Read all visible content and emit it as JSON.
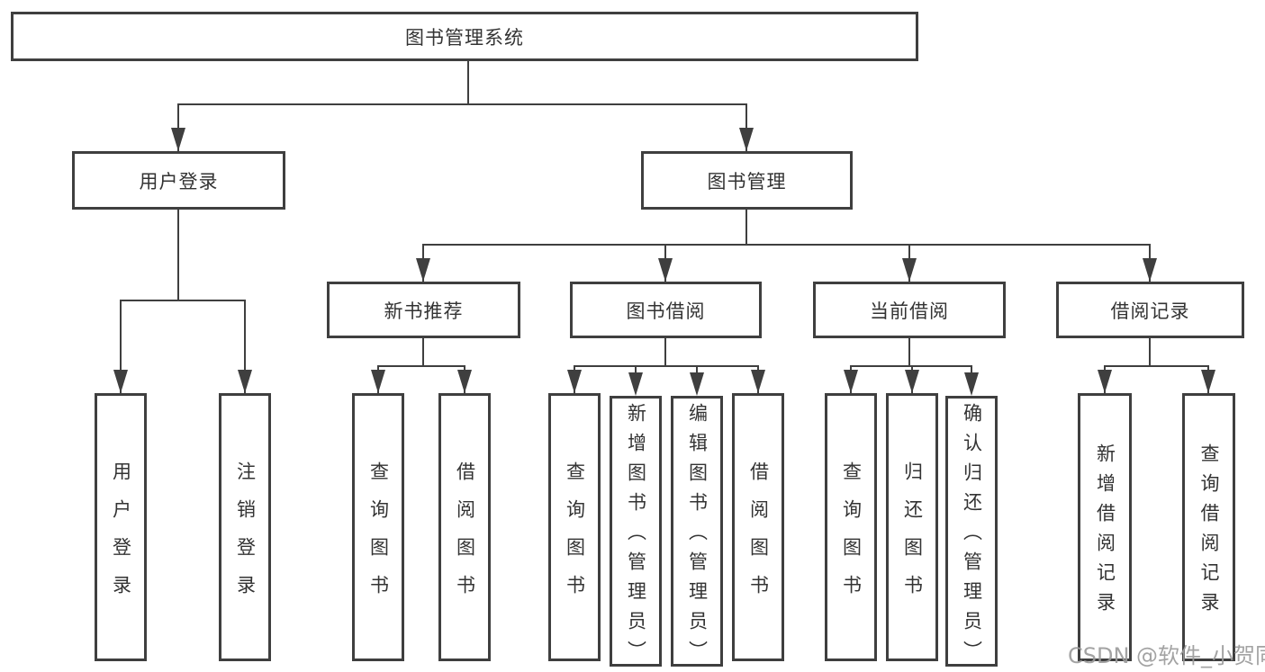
{
  "diagram": {
    "type": "hierarchy",
    "title": "图书管理系统",
    "nodes": {
      "root": "图书管理系统",
      "user_login": "用户登录",
      "book_mgmt": "图书管理",
      "new_book": "新书推荐",
      "book_borrow": "图书借阅",
      "current_borrow": "当前借阅",
      "borrow_record": "借阅记录",
      "ul_user_login": "用户登录",
      "ul_logout": "注销登录",
      "nb_query_book": "查询图书",
      "nb_borrow_book": "借阅图书",
      "bb_query_book": "查询图书",
      "bb_add_book": "新增图书（管理员）",
      "bb_edit_book": "编辑图书（管理员）",
      "bb_borrow_book": "借阅图书",
      "cb_query_book": "查询图书",
      "cb_return_book": "归还图书",
      "cb_confirm_return": "确认归还（管理员）",
      "br_add_record": "新增借阅记录",
      "br_query_record": "查询借阅记录"
    },
    "hierarchy": {
      "图书管理系统": {
        "用户登录": [
          "用户登录",
          "注销登录"
        ],
        "图书管理": {
          "新书推荐": [
            "查询图书",
            "借阅图书"
          ],
          "图书借阅": [
            "查询图书",
            "新增图书（管理员）",
            "编辑图书（管理员）",
            "借阅图书"
          ],
          "当前借阅": [
            "查询图书",
            "归还图书",
            "确认归还（管理员）"
          ],
          "借阅记录": [
            "新增借阅记录",
            "查询借阅记录"
          ]
        }
      }
    },
    "colors": {
      "line": "#3f3f3f",
      "text": "#333333",
      "background": "#ffffff",
      "watermark": "#9b9b9b"
    },
    "watermark": "CSDN @软件_小贺同学"
  }
}
